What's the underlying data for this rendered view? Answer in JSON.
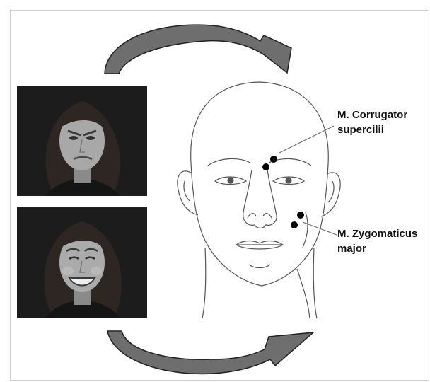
{
  "labels": {
    "corrugator_line1": "M. Corrugator",
    "corrugator_line2": "supercilii",
    "zygomaticus_line1": "M. Zygomaticus",
    "zygomaticus_line2": "major"
  },
  "colors": {
    "arrow_fill": "#6e6e6e",
    "arrow_stroke": "#222222",
    "photo_background": "#1c1c1c",
    "line_art": "#555555",
    "electrode": "#000000"
  },
  "icons": {
    "top_arrow": "curved-arrow-right-icon",
    "bottom_arrow": "curved-arrow-right-icon"
  }
}
